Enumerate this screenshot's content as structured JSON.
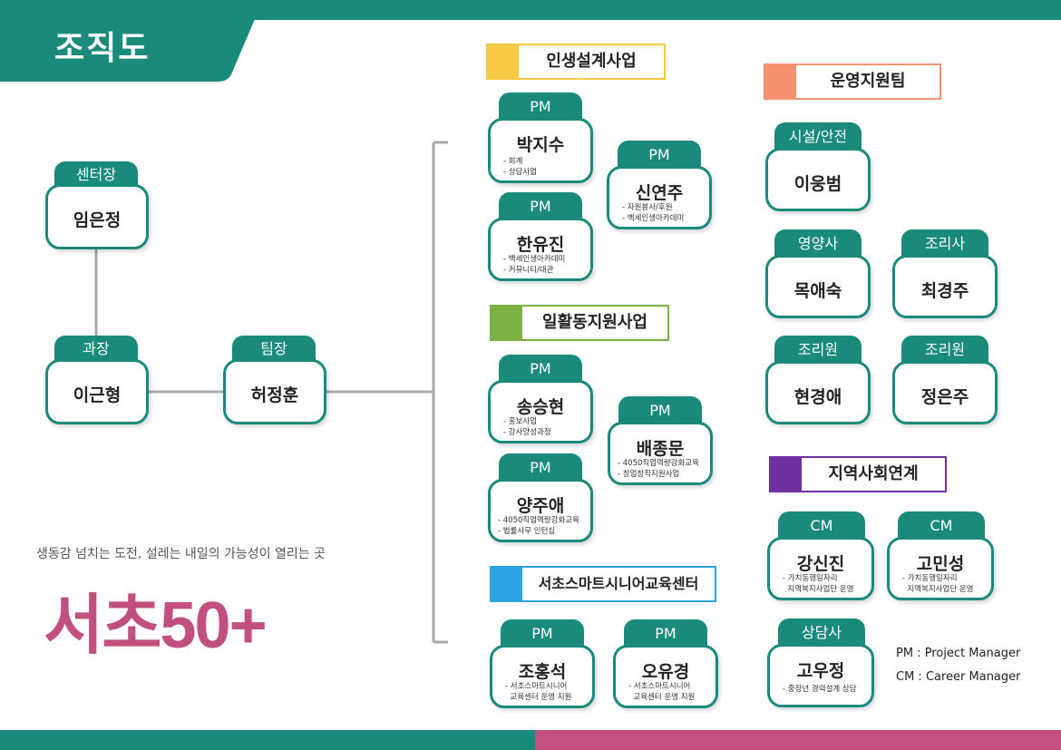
{
  "title": "조직도",
  "colors": {
    "teal": "#1a8a7a",
    "pink": "#c2507f"
  },
  "left_nodes": {
    "center": {
      "role": "센터장",
      "name": "임은정"
    },
    "section": {
      "role": "과장",
      "name": "이근형"
    },
    "team": {
      "role": "팀장",
      "name": "허정훈"
    }
  },
  "sections": {
    "life": {
      "label": "인생설계사업",
      "color": "#f6c945"
    },
    "work": {
      "label": "일활동지원사업",
      "color": "#7db143"
    },
    "edu": {
      "label": "서초스마트시니어교육센터",
      "color": "#2aa3e0"
    },
    "ops": {
      "label": "운영지원팀",
      "color": "#f5916e"
    },
    "comm": {
      "label": "지역사회연계",
      "color": "#7030a0"
    }
  },
  "pm_nodes": [
    {
      "role": "PM",
      "name": "박지수",
      "desc": [
        "- 회계",
        "- 상담사업"
      ]
    },
    {
      "role": "PM",
      "name": "신연주",
      "desc": [
        "- 자원봉사/후원",
        "- 백세인생아카데미"
      ]
    },
    {
      "role": "PM",
      "name": "한유진",
      "desc": [
        "- 백세인생아카데미",
        "- 커뮤니티/대관"
      ]
    },
    {
      "role": "PM",
      "name": "송승현",
      "desc": [
        "- 홍보사업",
        "- 강사양성과정"
      ]
    },
    {
      "role": "PM",
      "name": "배종문",
      "desc": [
        "- 4050직업역량강화교육",
        "- 창업창직지원사업"
      ]
    },
    {
      "role": "PM",
      "name": "양주애",
      "desc": [
        "- 4050직업역량강화교육",
        "- 법률사무 인턴십"
      ]
    },
    {
      "role": "PM",
      "name": "조홍석",
      "desc": [
        "- 서초스마트시니어",
        "  교육센터 운영 지원"
      ]
    },
    {
      "role": "PM",
      "name": "오유경",
      "desc": [
        "- 서초스마트시니어",
        "  교육센터 운영 지원"
      ]
    }
  ],
  "ops_nodes": [
    {
      "role": "시설/안전",
      "name": "이웅범"
    },
    {
      "role": "영양사",
      "name": "목애숙"
    },
    {
      "role": "조리사",
      "name": "최경주"
    },
    {
      "role": "조리원",
      "name": "현경애"
    },
    {
      "role": "조리원",
      "name": "정은주"
    }
  ],
  "comm_nodes": [
    {
      "role": "CM",
      "name": "강신진",
      "desc": [
        "- 가치동행일자리",
        "  지역복지사업단 운영"
      ]
    },
    {
      "role": "CM",
      "name": "고민성",
      "desc": [
        "- 가치동행일자리",
        "  지역복지사업단 운영"
      ]
    },
    {
      "role": "상담사",
      "name": "고우정",
      "desc": [
        "- 중장년 경력설계 상담"
      ]
    }
  ],
  "slogan": "생동감 넘치는 도전, 설레는 내일의 가능성이 열리는 곳",
  "logo": "서초50+",
  "legend": [
    "PM : Project Manager",
    "CM : Career Manager"
  ]
}
